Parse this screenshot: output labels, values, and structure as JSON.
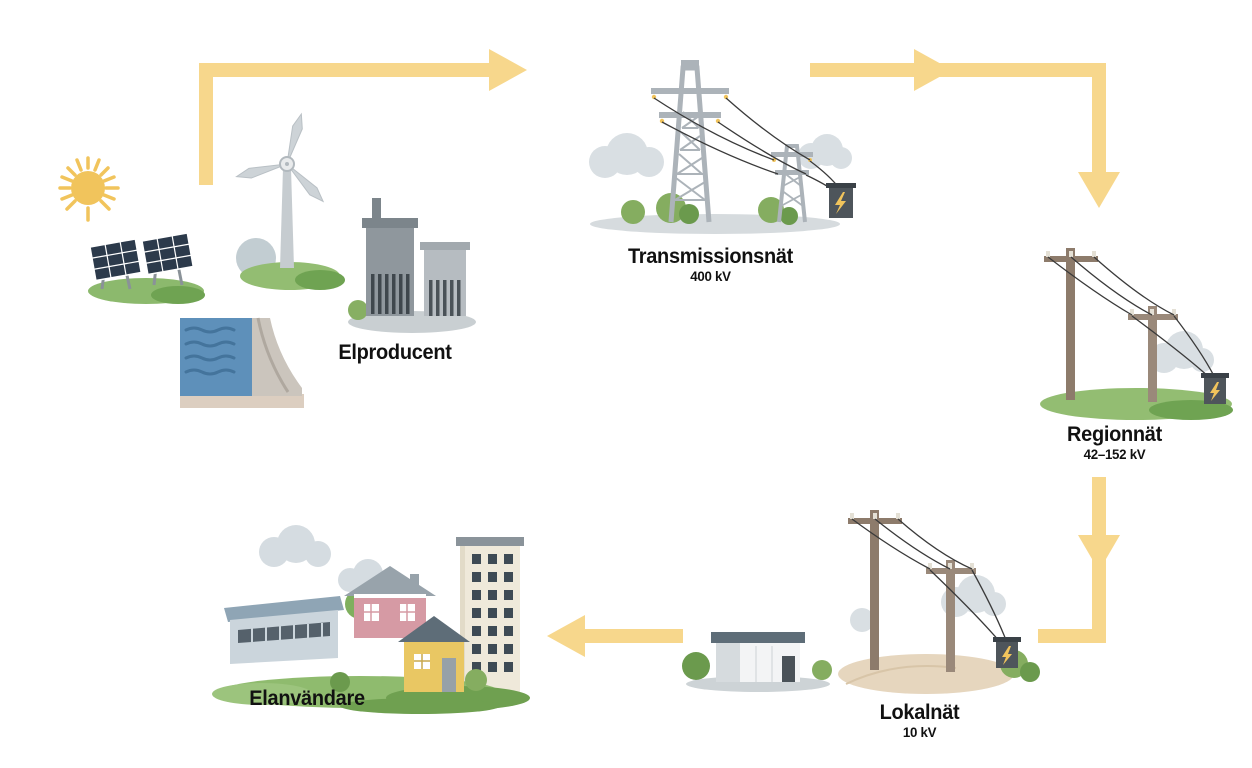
{
  "nodes": {
    "elproducent": {
      "label": "Elproducent"
    },
    "transmissionsnat": {
      "label": "Transmissionsnät",
      "voltage": "400 kV"
    },
    "regionnat": {
      "label": "Regionnät",
      "voltage": "42–152 kV"
    },
    "lokalnat": {
      "label": "Lokalnät",
      "voltage": "10 kV"
    },
    "elanvandare": {
      "label": "Elanvändare"
    }
  },
  "icons": {
    "elproducent": [
      "sun-icon",
      "solar-panels-icon",
      "wind-turbine-icon",
      "power-plant-icon",
      "hydro-dam-icon"
    ],
    "transmissionsnat": [
      "transmission-towers-icon",
      "transformer-icon"
    ],
    "regionnat": [
      "regional-power-poles-icon",
      "transformer-icon"
    ],
    "lokalnat": [
      "local-power-poles-icon",
      "transformer-icon"
    ],
    "substation": [
      "substation-building-icon"
    ],
    "elanvandare": [
      "apartment-building-icon",
      "industrial-building-icon",
      "pink-house-icon",
      "yellow-house-icon"
    ],
    "connector": "flow-arrow"
  },
  "colors": {
    "arrow": "#F7D78C",
    "label_text": "#111111",
    "sun_yellow": "#F1C45C",
    "grass_green": "#8FBB6E",
    "dark_green": "#6FA352",
    "cloud_gray": "#D9DFE3",
    "steel_gray": "#ACB3B9",
    "wood_brown": "#8D7B6B",
    "sand_tan": "#E6D6BE",
    "water_blue": "#5E90BA",
    "panel_navy": "#2C3A4B",
    "transformer_dark": "#4E555B",
    "roof_slate": "#5E6D78",
    "house_pink": "#D69AA4",
    "house_yellow": "#E9C763"
  }
}
